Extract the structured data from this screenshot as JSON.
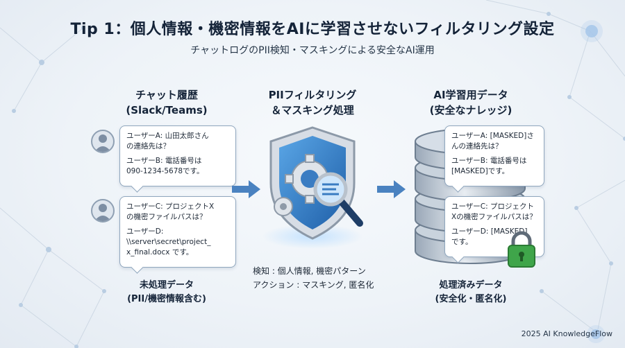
{
  "header": {
    "title": "Tip 1：個人情報・機密情報をAIに学習させないフィルタリング設定",
    "subtitle": "チャットログのPII検知・マスキングによる安全なAI運用"
  },
  "columns": {
    "left": {
      "title_line1": "チャット履歴",
      "title_line2": "(Slack/Teams)",
      "caption_line1": "未処理データ",
      "caption_line2": "(PII/機密情報含む)",
      "bubbles": [
        {
          "lines": [
            "ユーザーA: 山田太郎さん\nの連絡先は？",
            "ユーザーB: 電話番号は\n090-1234-5678です。"
          ]
        },
        {
          "lines": [
            "ユーザーC: プロジェクトX\nの機密ファイルパスは？",
            "ユーザーD:\n\\\\server\\secret\\project_\nx_final.docx です。"
          ]
        }
      ]
    },
    "middle": {
      "title_line1": "PIIフィルタリング",
      "title_line2": "＆マスキング処理",
      "detect_line": "検知 : 個人情報, 機密パターン",
      "action_line": "アクション : マスキング, 匿名化"
    },
    "right": {
      "title_line1": "AI学習用データ",
      "title_line2": "(安全なナレッジ)",
      "caption_line1": "処理済みデータ",
      "caption_line2": "(安全化・匿名化)",
      "bubbles": [
        {
          "lines": [
            "ユーザーA: [MASKED]さ\nんの連絡先は？",
            "ユーザーB: 電話番号は\n[MASKED]です。"
          ]
        },
        {
          "lines": [
            "ユーザーC: プロジェクト\nXの機密ファイルパスは？",
            "ユーザーD: [MASKED]\nです。"
          ]
        }
      ]
    }
  },
  "footer": {
    "credit": "2025 AI KnowledgeFlow"
  },
  "colors": {
    "accent": "#2f78c4",
    "arrow": "#4a82c0",
    "lock": "#3fa54a"
  },
  "icons": [
    "user-avatar-icon",
    "shield-icon",
    "gear-icon",
    "magnifier-icon",
    "database-icon",
    "lock-icon"
  ]
}
